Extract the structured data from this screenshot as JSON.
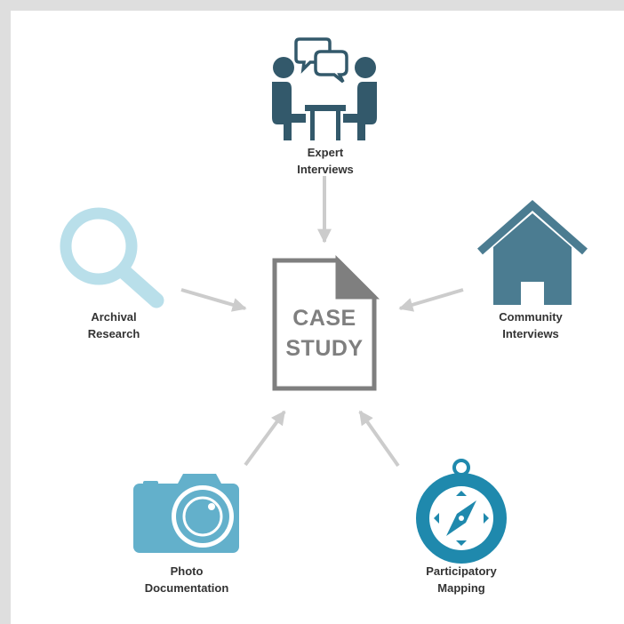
{
  "center": {
    "line1": "CASE",
    "line2": "STUDY"
  },
  "nodes": {
    "expert": {
      "line1": "Expert",
      "line2": "Interviews",
      "icon": "interview-icon"
    },
    "archival": {
      "line1": "Archival",
      "line2": "Research",
      "icon": "magnifier-icon"
    },
    "community": {
      "line1": "Community",
      "line2": "Interviews",
      "icon": "house-icon"
    },
    "photo": {
      "line1": "Photo",
      "line2": "Documentation",
      "icon": "camera-icon"
    },
    "mapping": {
      "line1": "Participatory",
      "line2": "Mapping",
      "icon": "compass-icon"
    }
  },
  "colors": {
    "background": "#ffffff",
    "frame_border": "#dedede",
    "arrow": "#cccccc",
    "document": "#7f7f7f",
    "label_text": "#333333",
    "interview": "#33596b",
    "magnifier": "#b9dfea",
    "house": "#4b7c91",
    "camera": "#63b0cb",
    "compass": "#1f89ad"
  }
}
